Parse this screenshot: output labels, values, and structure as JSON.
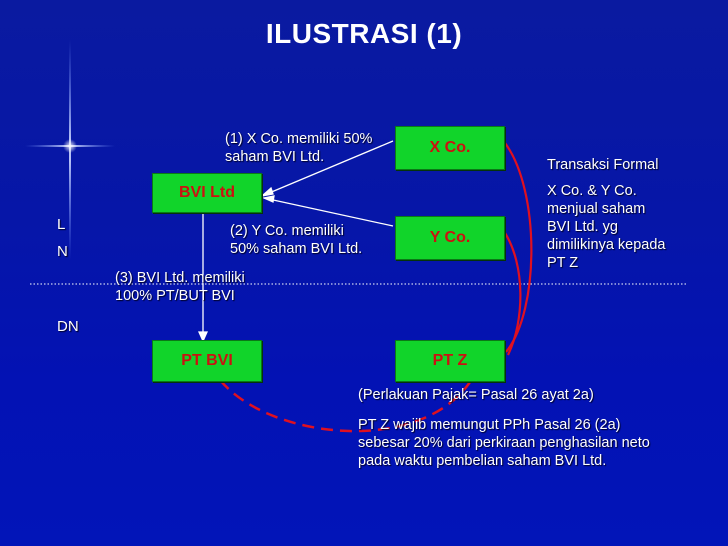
{
  "title": "ILUSTRASI (1)",
  "boxes": {
    "bvi_ltd": "BVI Ltd",
    "x_co": "X Co.",
    "y_co": "Y Co.",
    "pt_bvi": "PT BVI",
    "pt_z": "PT Z"
  },
  "notes": {
    "x_co_owns_line1": "(1) X Co. memiliki 50%",
    "x_co_owns_line2": "saham BVI Ltd.",
    "y_co_owns_line1": "(2) Y Co. memiliki",
    "y_co_owns_line2": "50% saham BVI Ltd.",
    "bvi_owns_line1": "(3) BVI Ltd. memiliki",
    "bvi_owns_line2": "100% PT/BUT BVI",
    "transaksi_title": "Transaksi Formal",
    "transaksi_body": [
      "X Co. & Y Co.",
      "menjual saham",
      "BVI Ltd. yg",
      "dimilikinya kepada",
      "PT Z"
    ],
    "perlakuan": "(Perlakuan Pajak=  Pasal 26 ayat 2a)",
    "pt_z_wajib": [
      "PT Z wajib memungut PPh Pasal 26 (2a)",
      "sebesar 20% dari perkiraan penghasilan neto",
      "pada waktu pembelian saham BVI Ltd."
    ]
  },
  "side_labels": {
    "l": "L",
    "n": "N",
    "dn": "DN"
  },
  "colors": {
    "box_fill": "#11d42a",
    "box_text": "#cc1111",
    "arrow_red": "#e01020",
    "dash_red": "#e01020",
    "divider": "#ffffff"
  }
}
